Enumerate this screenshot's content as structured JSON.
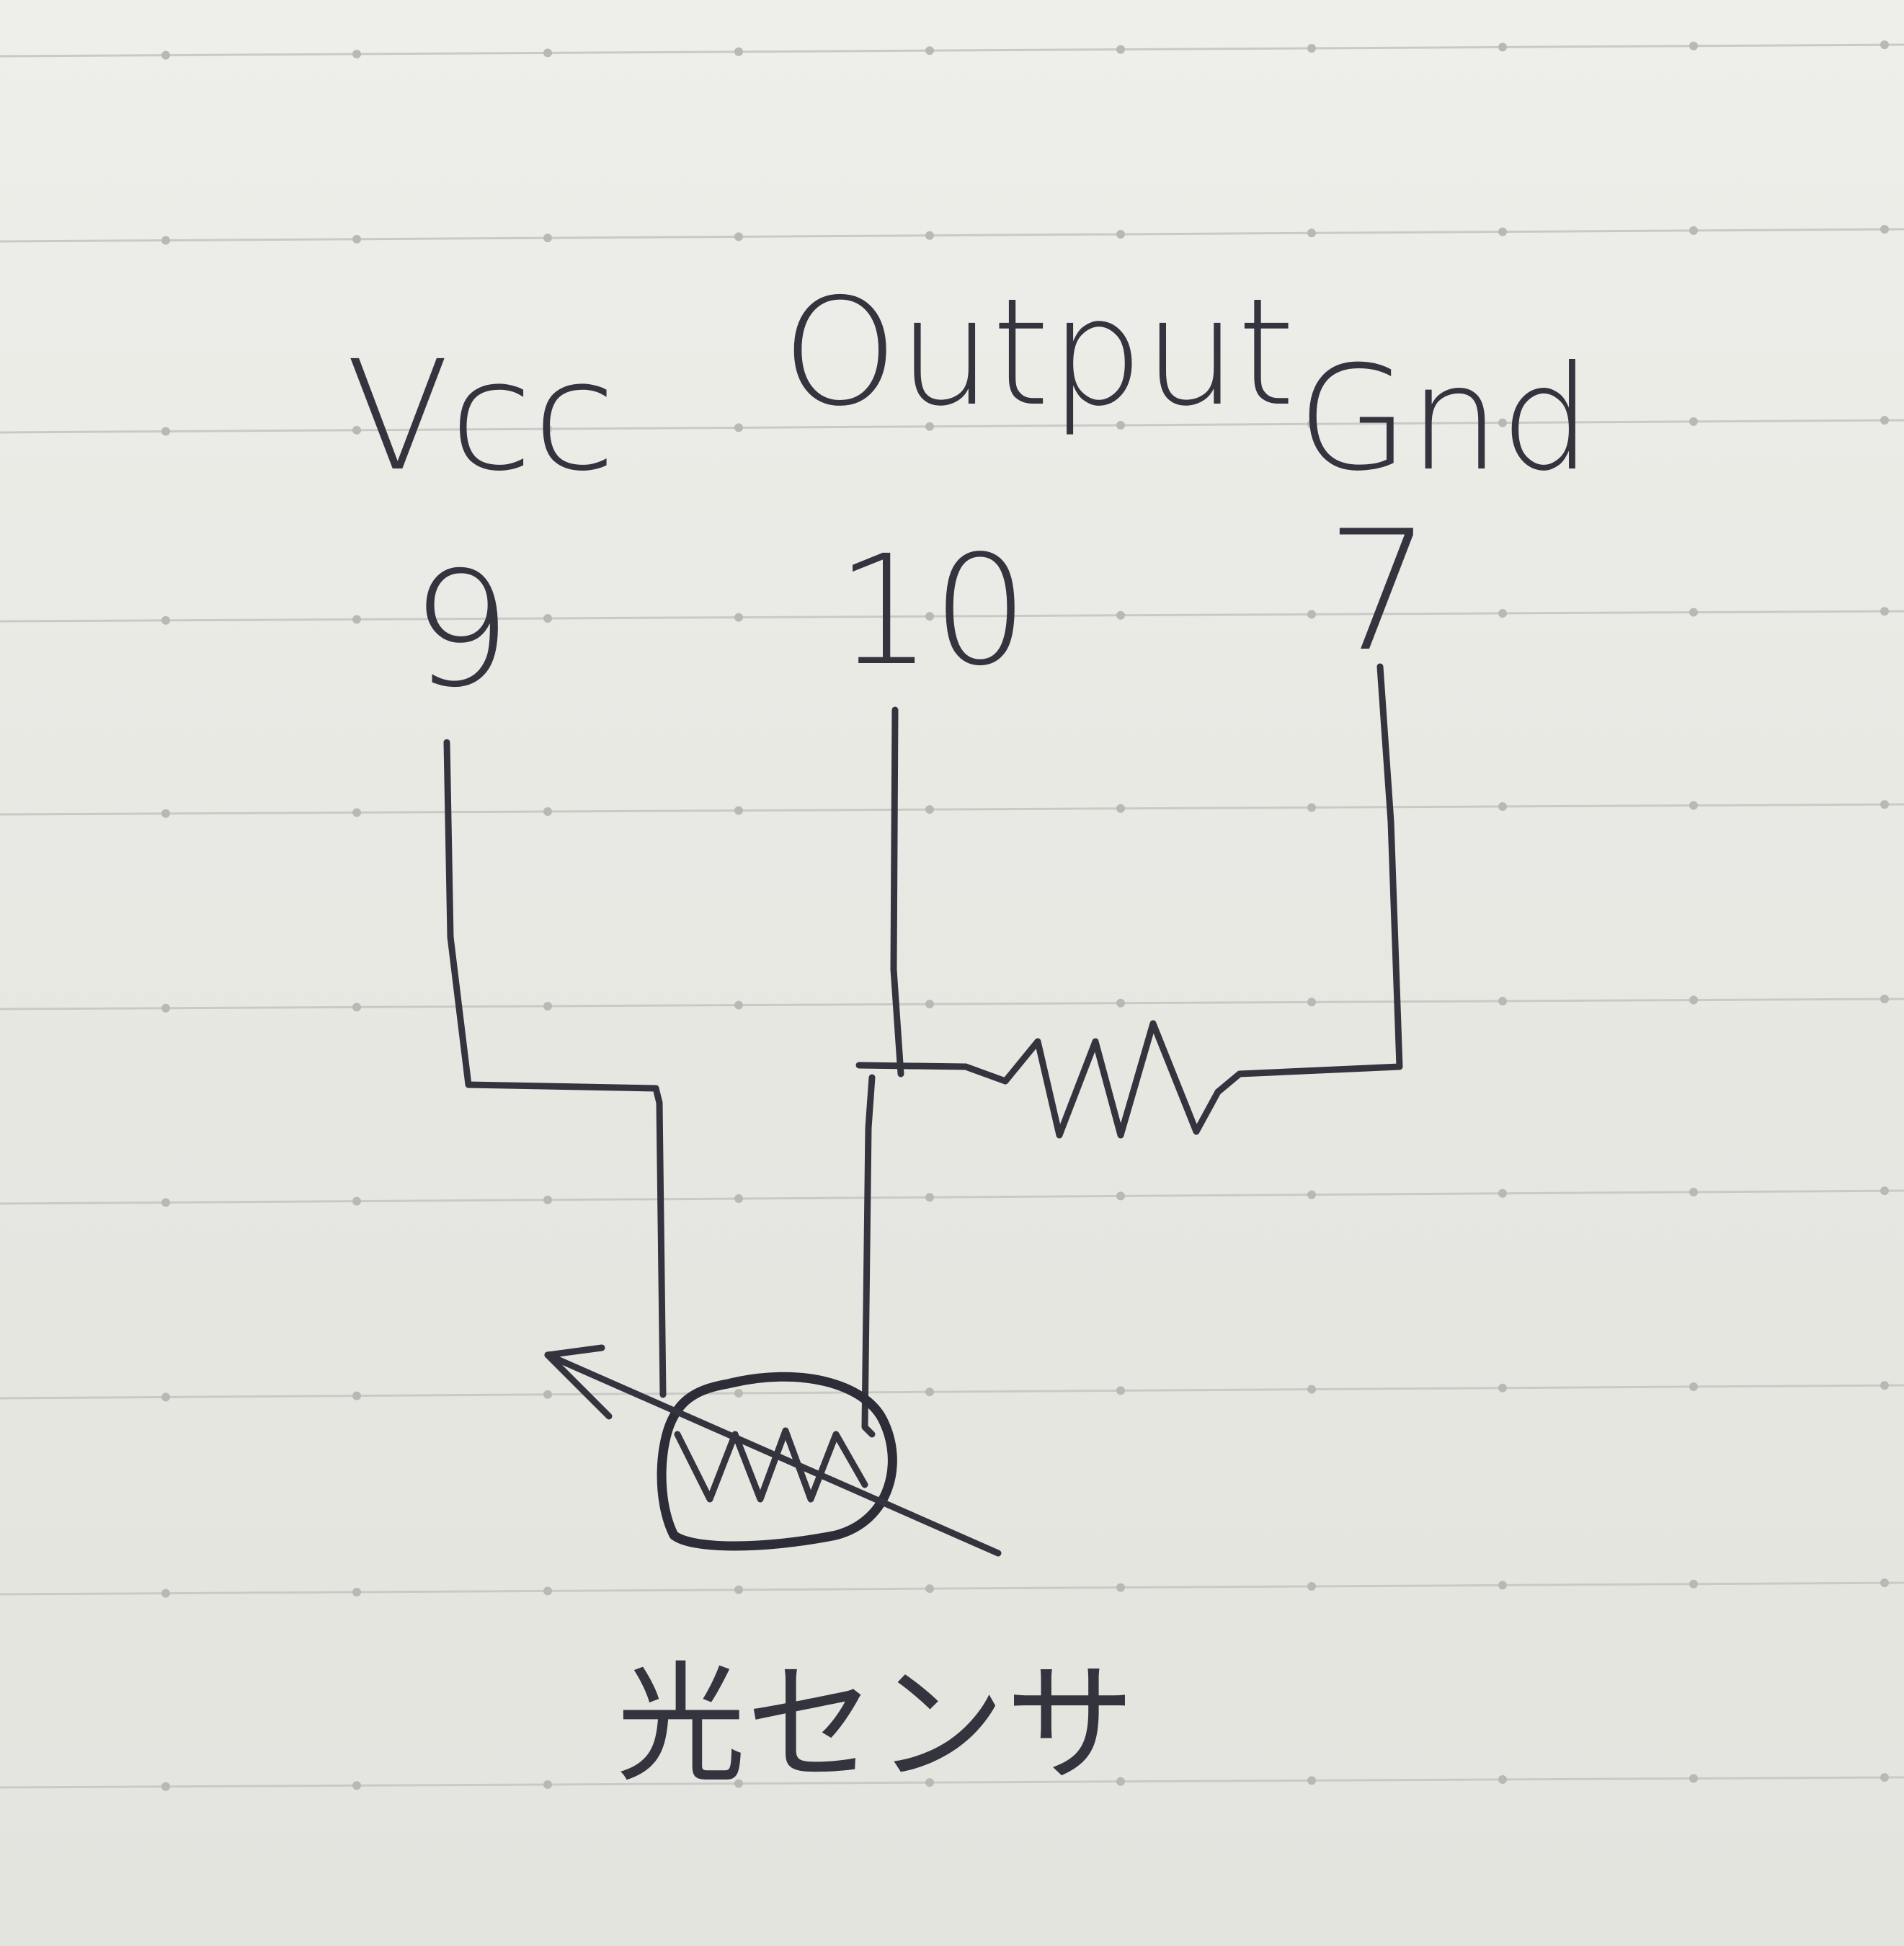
{
  "pins": [
    {
      "name": "Vcc",
      "number": "9"
    },
    {
      "name": "Output",
      "number": "10"
    },
    {
      "name": "Gnd",
      "number": "7"
    }
  ],
  "sensor_label": "光センサ",
  "components": {
    "light_sensor_icon": "photoresistor-symbol",
    "resistor_icon": "resistor-zigzag-symbol"
  },
  "colors": {
    "ink": "#34343e",
    "paper": "#eeeeea",
    "rule_lines": "#c9cac6"
  }
}
